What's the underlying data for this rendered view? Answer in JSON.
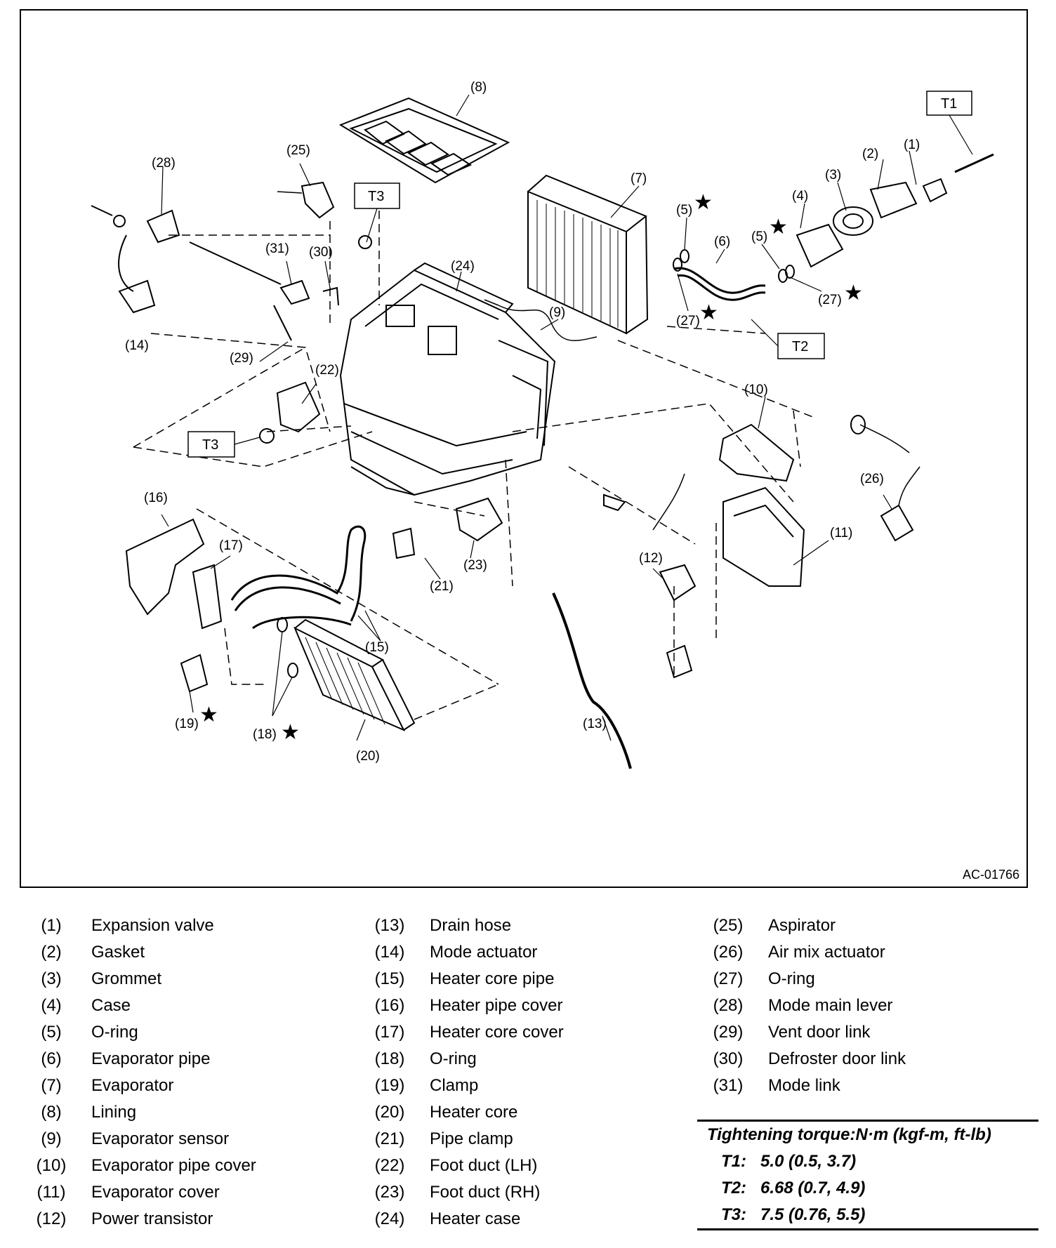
{
  "figure": {
    "id": "AC-01766",
    "callouts": [
      "(1)",
      "(2)",
      "(3)",
      "(4)",
      "(5)",
      "(6)",
      "(7)",
      "(8)",
      "(9)",
      "(10)",
      "(11)",
      "(12)",
      "(13)",
      "(14)",
      "(15)",
      "(16)",
      "(17)",
      "(18)",
      "(19)",
      "(20)",
      "(21)",
      "(22)",
      "(23)",
      "(24)",
      "(25)",
      "(26)",
      "(27)",
      "(28)",
      "(29)",
      "(30)",
      "(31)"
    ],
    "torque_boxes": {
      "t1": "T1",
      "t2": "T2",
      "t3": "T3"
    },
    "star_symbol": "★"
  },
  "legend": {
    "col1": [
      {
        "num": "(1)",
        "name": "Expansion valve"
      },
      {
        "num": "(2)",
        "name": "Gasket"
      },
      {
        "num": "(3)",
        "name": "Grommet"
      },
      {
        "num": "(4)",
        "name": "Case"
      },
      {
        "num": "(5)",
        "name": "O-ring"
      },
      {
        "num": "(6)",
        "name": "Evaporator pipe"
      },
      {
        "num": "(7)",
        "name": "Evaporator"
      },
      {
        "num": "(8)",
        "name": "Lining"
      },
      {
        "num": "(9)",
        "name": "Evaporator sensor"
      },
      {
        "num": "(10)",
        "name": "Evaporator pipe cover"
      },
      {
        "num": "(11)",
        "name": "Evaporator cover"
      },
      {
        "num": "(12)",
        "name": "Power transistor"
      }
    ],
    "col2": [
      {
        "num": "(13)",
        "name": "Drain hose"
      },
      {
        "num": "(14)",
        "name": "Mode actuator"
      },
      {
        "num": "(15)",
        "name": "Heater core pipe"
      },
      {
        "num": "(16)",
        "name": "Heater pipe cover"
      },
      {
        "num": "(17)",
        "name": "Heater core cover"
      },
      {
        "num": "(18)",
        "name": "O-ring"
      },
      {
        "num": "(19)",
        "name": "Clamp"
      },
      {
        "num": "(20)",
        "name": "Heater core"
      },
      {
        "num": "(21)",
        "name": "Pipe clamp"
      },
      {
        "num": "(22)",
        "name": "Foot duct (LH)"
      },
      {
        "num": "(23)",
        "name": "Foot duct (RH)"
      },
      {
        "num": "(24)",
        "name": "Heater case"
      }
    ],
    "col3": [
      {
        "num": "(25)",
        "name": "Aspirator"
      },
      {
        "num": "(26)",
        "name": "Air mix actuator"
      },
      {
        "num": "(27)",
        "name": "O-ring"
      },
      {
        "num": "(28)",
        "name": "Mode main lever"
      },
      {
        "num": "(29)",
        "name": "Vent door link"
      },
      {
        "num": "(30)",
        "name": "Defroster door link"
      },
      {
        "num": "(31)",
        "name": "Mode link"
      }
    ]
  },
  "torque": {
    "title": "Tightening torque:N·m (kgf-m, ft-lb)",
    "rows": [
      {
        "key": "T1:",
        "value": "5.0 (0.5, 3.7)"
      },
      {
        "key": "T2:",
        "value": "6.68 (0.7, 4.9)"
      },
      {
        "key": "T3:",
        "value": "7.5 (0.76, 5.5)"
      }
    ]
  }
}
